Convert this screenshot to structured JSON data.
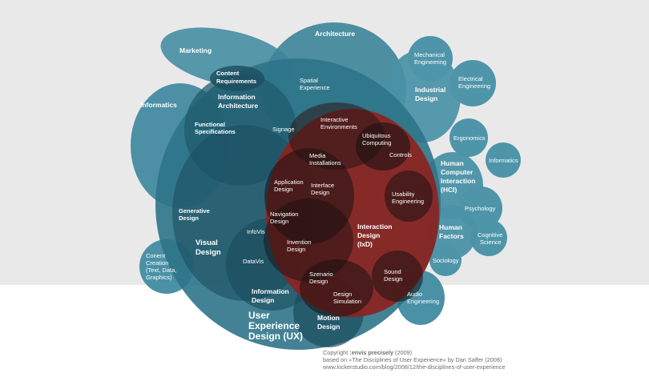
{
  "colors": {
    "background_top": "#e9e9ea",
    "teal": "#3f8aa0",
    "teal_dark": "#1f5566",
    "ixd_red": "#8c2320"
  },
  "labels": {
    "marketing": "Marketing",
    "architecture": "Architecture",
    "content_req_1": "Content",
    "content_req_2": "Requirements",
    "info_arch_1": "Information",
    "info_arch_2": "Architecture",
    "spatial_1": "Spatial",
    "spatial_2": "Experience",
    "informatics": "Informatics",
    "functional_1": "Functional",
    "functional_2": "Specifications",
    "signage": "Signage",
    "interactive_env_1": "Interactive",
    "interactive_env_2": "Environments",
    "ubiquitous_1": "Ubiquitous",
    "ubiquitous_2": "Computing",
    "mechanical_1": "Mechanical",
    "mechanical_2": "Engineering",
    "electrical_1": "Electrical",
    "electrical_2": "Engineering",
    "industrial_1": "Industrial",
    "industrial_2": "Design",
    "media_inst_1": "Media",
    "media_inst_2": "Installations",
    "controls": "Controls",
    "ergonomics": "Ergonomics",
    "informatics_small": "Informatics",
    "hci_1": "Human",
    "hci_2": "Computer",
    "hci_3": "Interaction",
    "hci_4": "(HCI)",
    "app_design_1": "Application",
    "app_design_2": "Design",
    "interface_1": "Interface",
    "interface_2": "Design",
    "usability_1": "Usability",
    "usability_2": "Engineering",
    "generative_1": "Generative",
    "generative_2": "Design",
    "psychology": "Psychology",
    "navigation_1": "Navigation",
    "navigation_2": "Design",
    "infovis": "InfoVis",
    "ixd_1": "Interaction",
    "ixd_2": "Design",
    "ixd_3": "(IxD)",
    "human_factors_1": "Human",
    "human_factors_2": "Factors",
    "cognitive_1": "Cognitive",
    "cognitive_2": "Science",
    "visual_1": "Visual",
    "visual_2": "Design",
    "invention_1": "Invention",
    "invention_2": "Design",
    "sociology": "Sociology",
    "content_creation_1": "Conent",
    "content_creation_2": "Creation",
    "content_creation_3": "(Text, Data,",
    "content_creation_4": "Graphics)",
    "datavis": "DataVis",
    "sound_1": "Sound",
    "sound_2": "Design",
    "szenario_1": "Szenario",
    "szenario_2": "Design",
    "info_design_1": "Information",
    "info_design_2": "Design",
    "audio_1": "Audio",
    "audio_2": "Engineering",
    "design_sim_1": "Design",
    "design_sim_2": "Simulation",
    "ux_1": "User",
    "ux_2": "Experience",
    "ux_3": "Design (UX)",
    "motion_1": "Motion",
    "motion_2": "Design"
  },
  "copyright": {
    "line1_prefix": "Copyright ",
    "line1_brand": ":envis precisely",
    "line1_suffix": " (2009)",
    "line2": "based on »The Disciplines of User Experience« by Dan Saffer (2008)",
    "line3": "www.kickerstudio.com/blog/2008/12/the-disciplines-of-user-experience"
  }
}
